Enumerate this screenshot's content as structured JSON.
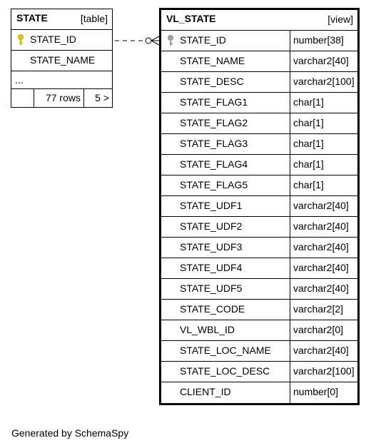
{
  "state_table": {
    "name": "STATE",
    "kind": "[table]",
    "columns": [
      {
        "name": "STATE_ID",
        "key": "primary"
      },
      {
        "name": "STATE_NAME",
        "key": ""
      }
    ],
    "ellipsis": "...",
    "rows_label": "77 rows",
    "children_label": "5 >"
  },
  "view_table": {
    "name": "VL_STATE",
    "kind": "[view]",
    "columns": [
      {
        "name": "STATE_ID",
        "type": "number[38]",
        "key": "foreign"
      },
      {
        "name": "STATE_NAME",
        "type": "varchar2[40]"
      },
      {
        "name": "STATE_DESC",
        "type": "varchar2[100]"
      },
      {
        "name": "STATE_FLAG1",
        "type": "char[1]"
      },
      {
        "name": "STATE_FLAG2",
        "type": "char[1]"
      },
      {
        "name": "STATE_FLAG3",
        "type": "char[1]"
      },
      {
        "name": "STATE_FLAG4",
        "type": "char[1]"
      },
      {
        "name": "STATE_FLAG5",
        "type": "char[1]"
      },
      {
        "name": "STATE_UDF1",
        "type": "varchar2[40]"
      },
      {
        "name": "STATE_UDF2",
        "type": "varchar2[40]"
      },
      {
        "name": "STATE_UDF3",
        "type": "varchar2[40]"
      },
      {
        "name": "STATE_UDF4",
        "type": "varchar2[40]"
      },
      {
        "name": "STATE_UDF5",
        "type": "varchar2[40]"
      },
      {
        "name": "STATE_CODE",
        "type": "varchar2[2]"
      },
      {
        "name": "VL_WBL_ID",
        "type": "varchar2[0]"
      },
      {
        "name": "STATE_LOC_NAME",
        "type": "varchar2[40]"
      },
      {
        "name": "STATE_LOC_DESC",
        "type": "varchar2[100]"
      },
      {
        "name": "CLIENT_ID",
        "type": "number[0]"
      }
    ]
  },
  "colors": {
    "primary_key": "#e6c800",
    "foreign_key": "#a0a0a0",
    "line": "#000000"
  },
  "footer": {
    "generated_by": "Generated by SchemaSpy"
  }
}
